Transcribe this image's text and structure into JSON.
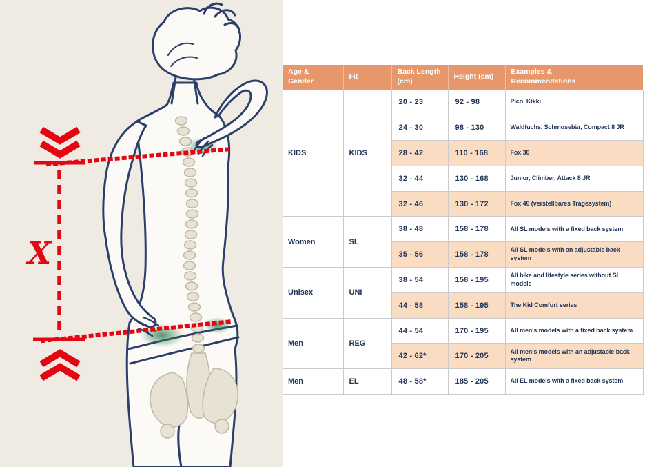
{
  "illustration": {
    "x_label": "X"
  },
  "table": {
    "headers": [
      {
        "label": "Age &\nGender"
      },
      {
        "label": "Fit"
      },
      {
        "label": "Back Length\n(cm)"
      },
      {
        "label": "Height (cm)"
      },
      {
        "label": "Examples &\nRecommendations"
      }
    ],
    "groups": [
      {
        "age_gender": "KIDS",
        "fit": "KIDS",
        "rows": [
          {
            "back_length": "20 - 23",
            "height": "92 - 98",
            "examples": "Pico, Kikki",
            "highlighted": false
          },
          {
            "back_length": "24 - 30",
            "height": "98 - 130",
            "examples": "Waldfuchs, Schmusebär, Compact 8 JR",
            "highlighted": false
          },
          {
            "back_length": "28 - 42",
            "height": "110 - 168",
            "examples": "Fox 30",
            "highlighted": true
          },
          {
            "back_length": "32 - 44",
            "height": "130 - 168",
            "examples": "Junior, Climber, Attack 8 JR",
            "highlighted": false
          },
          {
            "back_length": "32 - 46",
            "height": "130 - 172",
            "examples": "Fox 40 (verstellbares Tragesystem)",
            "highlighted": true
          }
        ]
      },
      {
        "age_gender": "Women",
        "fit": "SL",
        "rows": [
          {
            "back_length": "38 - 48",
            "height": "158 - 178",
            "examples": "All SL models with a fixed back system",
            "highlighted": false
          },
          {
            "back_length": "35 - 56",
            "height": "158 - 178",
            "examples": "All SL models with an adjustable back system",
            "highlighted": true
          }
        ]
      },
      {
        "age_gender": "Unisex",
        "fit": "UNI",
        "rows": [
          {
            "back_length": "38 - 54",
            "height": "158 - 195",
            "examples": "All bike and lifestyle series without SL models",
            "highlighted": false
          },
          {
            "back_length": "44 - 58",
            "height": "158 - 195",
            "examples": "The Kid Comfort series",
            "highlighted": true
          }
        ]
      },
      {
        "age_gender": "Men",
        "fit": "REG",
        "rows": [
          {
            "back_length": "44 - 54",
            "height": "170 - 195",
            "examples": "All men's models with a fixed back system",
            "highlighted": false
          },
          {
            "back_length": "42 - 62*",
            "height": "170 - 205",
            "examples": "All men's models with an adjustable back system",
            "highlighted": true
          }
        ]
      },
      {
        "age_gender": "Men",
        "fit": "EL",
        "rows": [
          {
            "back_length": "48 - 58*",
            "height": "185 - 205",
            "examples": "All EL models with a fixed back system",
            "highlighted": false
          }
        ]
      }
    ]
  },
  "colors": {
    "header_bg": "#E6986C",
    "highlight_bg": "#FADCC2",
    "text_navy": "#223659",
    "accent_red": "#E30613",
    "panel_bg": "#EFEBE3",
    "outline_navy": "#2C3F6B",
    "bone_fill": "#E7E2D4",
    "highlight_green": "#2F7A4C"
  }
}
